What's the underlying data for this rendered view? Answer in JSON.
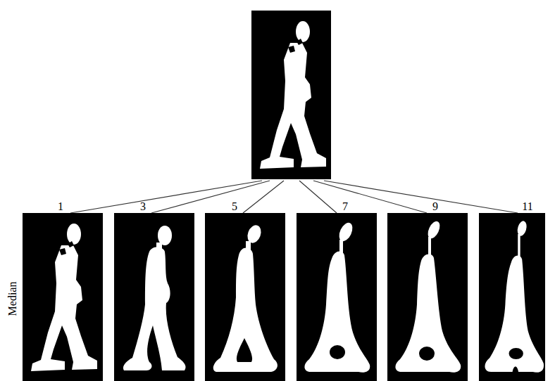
{
  "diagram": {
    "nodes": [
      {
        "text": [
          "1"
        ]
      },
      {
        "text": [
          "3"
        ]
      },
      {
        "text": [
          "5"
        ]
      },
      {
        "text": [
          "7"
        ]
      },
      {
        "text": [
          "9"
        ]
      },
      {
        "text": [
          "11"
        ]
      }
    ],
    "labels": [
      "Median"
    ]
  }
}
